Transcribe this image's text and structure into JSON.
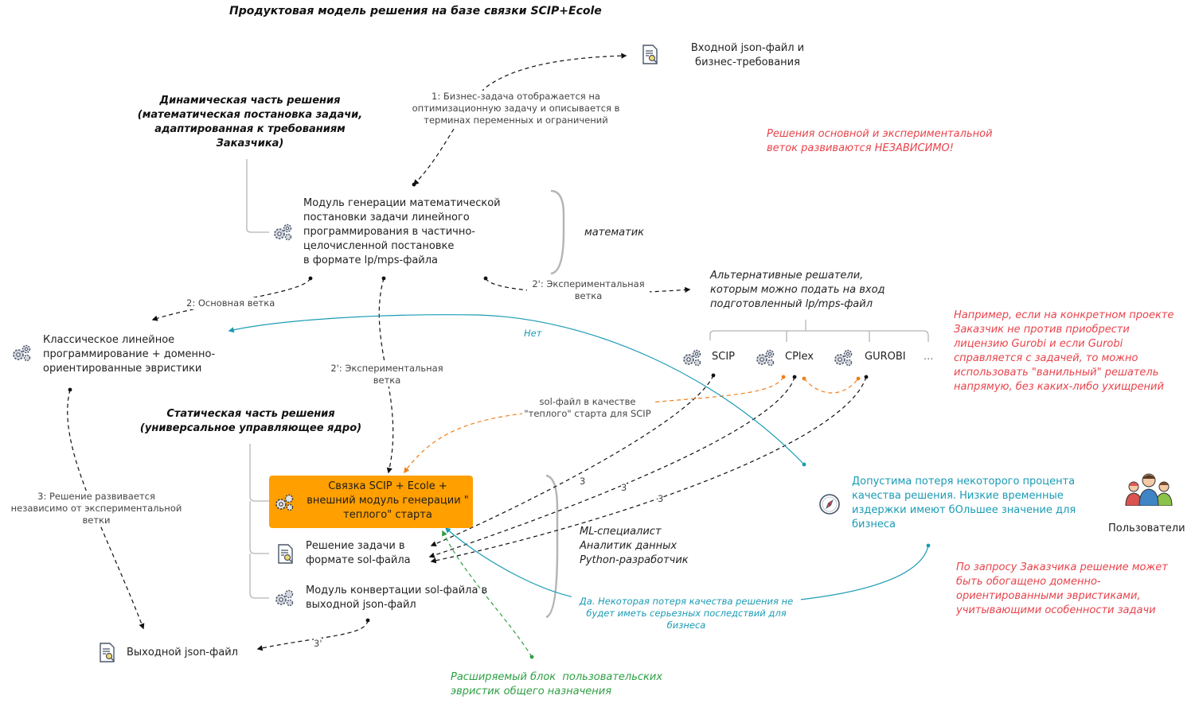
{
  "title": "Продуктовая модель решения на базе связки SCIP+Ecole",
  "input_file": "Входной json-файл и\nбизнес-требования",
  "edge_business": "1: Бизнес-задача отображается на\nоптимизационную задачу и описывается в\nтерминах переменных и ограничений",
  "dynamic_header": "Динамическая часть решения\n(математическая постановка задачи,\nадаптированная к требованиям\nЗаказчика)",
  "independent_note": "Решения основной и экспериментальной\nветок развиваются НЕЗАВИСИМО!",
  "math_module": "Модуль генерации математической\nпостановки задачи линейного\nпрограммирования в частично-\nцелочисленной постановке\nв формате lp/mps-файла",
  "mathematician": "математик",
  "edge_main": "2: Основная ветка",
  "edge_exp_right": "2': Экспериментальная\nветка",
  "edge_exp_center": "2': Экспериментальная\nветка",
  "alt_solvers": "Альтернативные решатели,\nкоторым можно подать на вход\nподготовленный lp/mps-файл",
  "solvers": [
    "SCIP",
    "CPlex",
    "GUROBI",
    "..."
  ],
  "classic_lp": "Классическое линейное\nпрограммирование + доменно-\nориентированные эвристики",
  "no_label": "Нет",
  "gurobi_note": "Например, если на конкретном проекте\nЗаказчик не против приобрести\nлицензию Gurobi и если Gurobi\nсправляется с задачей, то можно\nиспользовать \"ванильный\" решатель\nнапрямую, без каких-либо ухищрений",
  "warm_start_edge": "sol-файл в качестве\n\"теплого\" старта для SCIP",
  "static_header": "Статическая часть решения\n(универсальное управляющее ядро)",
  "edge_develop": "3: Решение развивается\nнезависимо от экспериментальной\nветки",
  "scip_ecole": "Связка SCIP + Ecole +\nвнешний модуль генерации \"\nтеплого\" старта",
  "solution_sol": "Решение задачи в\nформате sol-файла",
  "convert_module": "Модуль конвертации sol-файла в\nвыходной json-файл",
  "roles": "ML-специалист\nАналитик данных\nPython-разработчик",
  "quality_loss": "Допустима потеря некоторого процента\nкачества решения. Низкие временные\nиздержки имеют бОльшее значение для\nбизнеса",
  "users": "Пользователи",
  "customer_note": "По запросу Заказчика решение может\nбыть обогащено доменно-\nориентированными эвристиками,\nучитывающими особенности задачи",
  "yes_label": "Да. Некоторая потеря качества решения не\nбудет иметь серьезных последствий для\nбизнеса",
  "output_file": "Выходной json-файл",
  "edge3_label": "3",
  "edge3p_label": "3'",
  "extensible_block": "Расширяемый блок  пользовательских\nэвристик общего назначения",
  "colors": {
    "orange": "#ff9f00",
    "red": "#e8434b",
    "teal": "#1a9bb4",
    "green": "#2ea043",
    "dash_orange": "#f07f1a"
  },
  "icons": [
    "document-search-icon",
    "gears-icon",
    "compass-icon",
    "users-icon"
  ]
}
